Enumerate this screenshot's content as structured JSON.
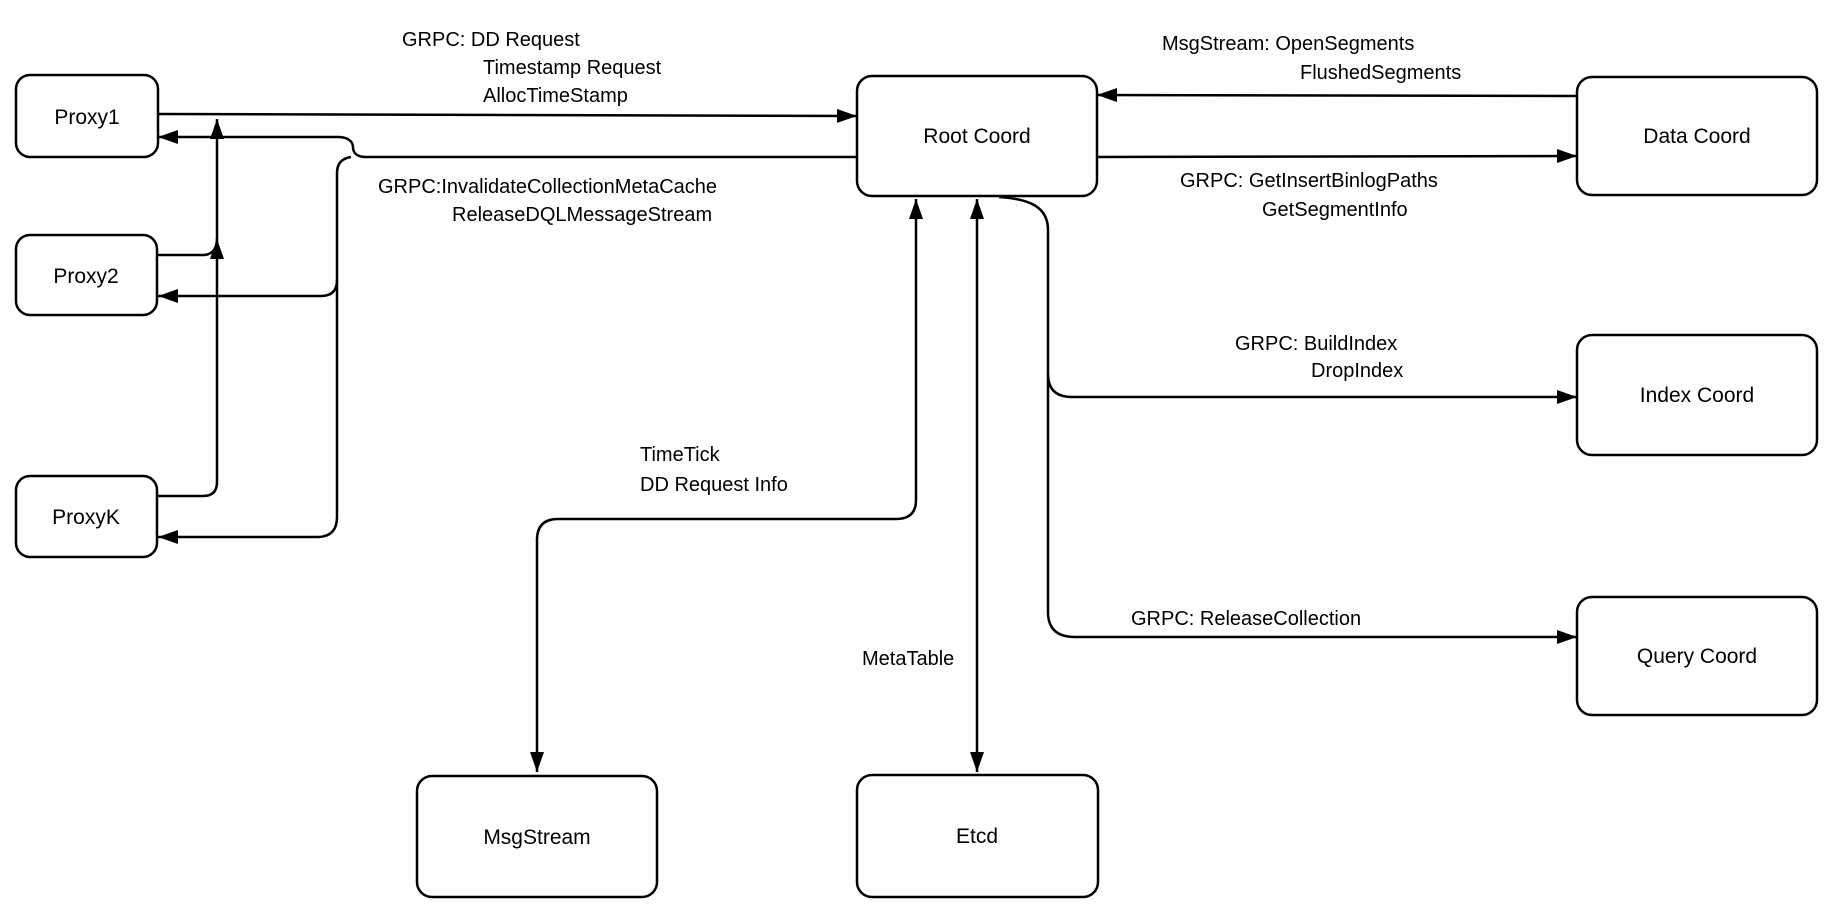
{
  "diagram": {
    "colors": {
      "background": "#ffffff",
      "node_fill": "#ffffff",
      "stroke": "#000000",
      "text": "#000000"
    },
    "nodes": {
      "proxy1": {
        "label": "Proxy1"
      },
      "proxy2": {
        "label": "Proxy2"
      },
      "proxyk": {
        "label": "ProxyK"
      },
      "root_coord": {
        "label": "Root Coord"
      },
      "data_coord": {
        "label": "Data Coord"
      },
      "index_coord": {
        "label": "Index Coord"
      },
      "query_coord": {
        "label": "Query Coord"
      },
      "msgstream": {
        "label": "MsgStream"
      },
      "etcd": {
        "label": "Etcd"
      }
    },
    "edges": {
      "proxies_to_rootcoord": {
        "lines": [
          "GRPC: DD Request",
          "Timestamp Request",
          "AllocTimeStamp"
        ]
      },
      "rootcoord_to_proxies": {
        "lines": [
          "GRPC:InvalidateCollectionMetaCache",
          "ReleaseDQLMessageStream"
        ]
      },
      "datacoord_to_rootcoord": {
        "lines": [
          "MsgStream: OpenSegments",
          "FlushedSegments"
        ]
      },
      "rootcoord_to_datacoord": {
        "lines": [
          "GRPC: GetInsertBinlogPaths",
          "GetSegmentInfo"
        ]
      },
      "rootcoord_to_indexcoord": {
        "lines": [
          "GRPC: BuildIndex",
          "DropIndex"
        ]
      },
      "rootcoord_to_querycoord": {
        "lines": [
          "GRPC: ReleaseCollection"
        ]
      },
      "rootcoord_msgstream": {
        "lines": [
          "TimeTick",
          "DD Request Info"
        ]
      },
      "rootcoord_etcd": {
        "lines": [
          "MetaTable"
        ]
      }
    }
  }
}
